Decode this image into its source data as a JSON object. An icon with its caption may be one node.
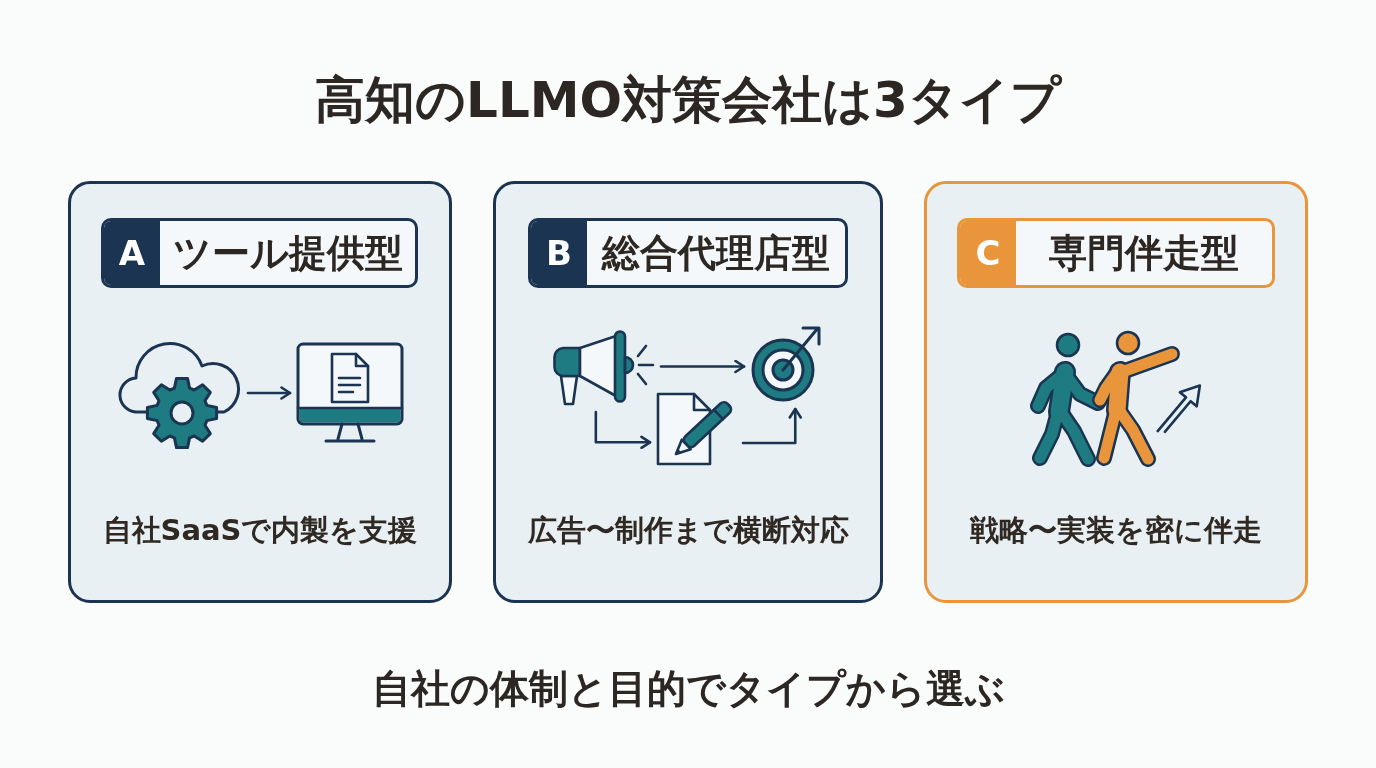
{
  "diagram": {
    "title": "高知のLLMO対策会社は3タイプ",
    "nodes": [
      {
        "text": [
          "自社SaaSで内製を支援"
        ]
      },
      {
        "text": [
          "A",
          "ツール提供型"
        ],
        "in": 0
      },
      {
        "text": [],
        "shape": "picture",
        "in": 0
      },
      {
        "text": [],
        "shape": "picture",
        "in": 0
      },
      {
        "text": [
          "広告〜制作まで横断対応"
        ]
      },
      {
        "text": [
          "B",
          "総合代理店型"
        ],
        "in": 4
      },
      {
        "text": [],
        "shape": "picture",
        "in": 4
      },
      {
        "text": [],
        "shape": "picture",
        "in": 4
      },
      {
        "text": [],
        "shape": "picture",
        "in": 4
      },
      {
        "text": [
          "戦略〜実装を密に伴走"
        ]
      },
      {
        "text": [
          "C",
          "専門伴走型"
        ],
        "in": 9
      }
    ],
    "edges": [
      {
        "from": 2,
        "to": 3,
        "arrow": "to"
      },
      {
        "from": 6,
        "to": 7,
        "arrow": "to"
      },
      {
        "from": 6,
        "to": 8,
        "arrow": "to"
      },
      {
        "from": 8,
        "to": 7,
        "arrow": "to"
      }
    ],
    "caption": "自社の体制と目的でタイプから選ぶ"
  }
}
